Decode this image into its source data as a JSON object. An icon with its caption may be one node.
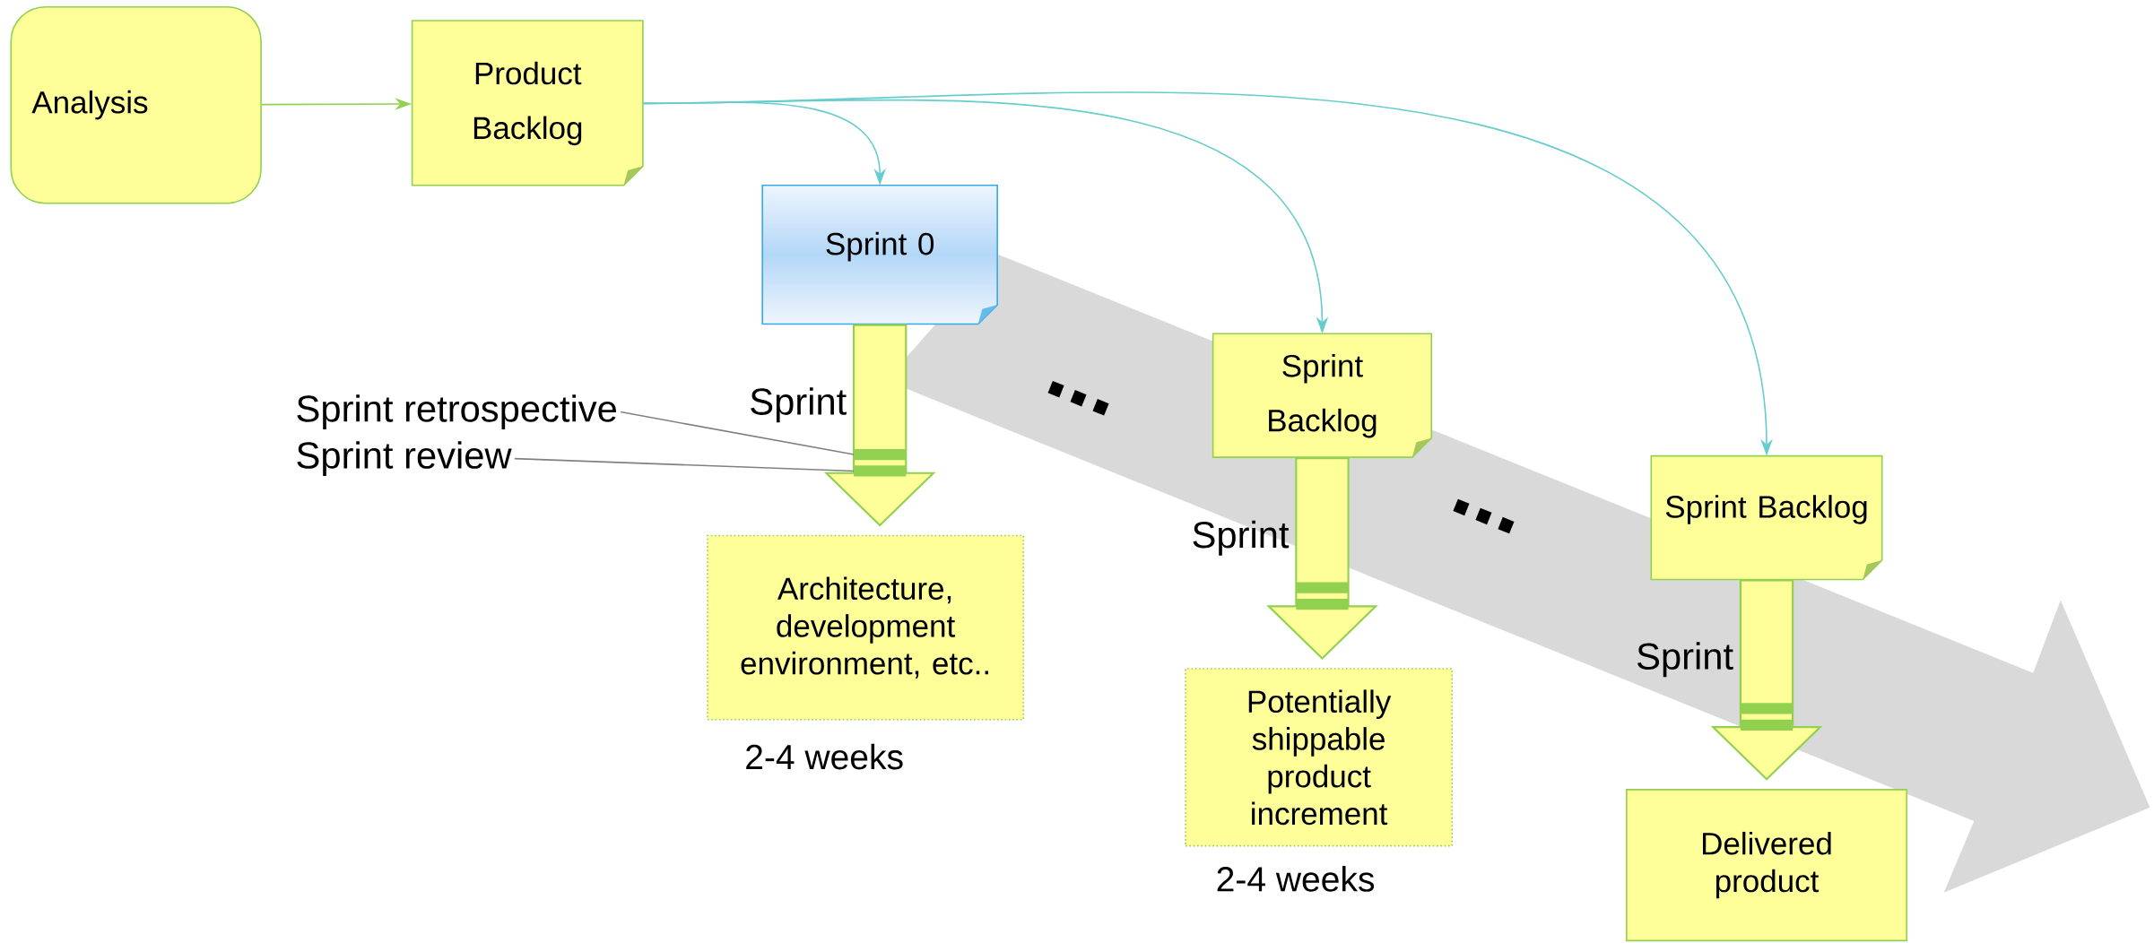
{
  "diagram": {
    "nodes": [
      {
        "text": [
          "Analysis"
        ]
      },
      {
        "text": [
          "Product Backlog"
        ]
      },
      {
        "text": [
          "Sprint 0"
        ]
      },
      {
        "text": [
          "Architecture, development environment, etc.."
        ],
        "beside": [
          "2-4 weeks"
        ]
      },
      {
        "text": [
          "Sprint Backlog"
        ]
      },
      {
        "text": [
          "Potentially shippable product increment"
        ],
        "beside": [
          "2-4 weeks"
        ]
      },
      {
        "text": [
          "Sprint Backlog"
        ]
      },
      {
        "text": [
          "Delivered product"
        ]
      },
      {
        "text": [
          "Sprint retrospective"
        ]
      },
      {
        "text": [
          "Sprint review"
        ]
      }
    ],
    "edges": [
      {
        "from": 0,
        "to": 1,
        "arrow": "to",
        "color": "#92d050"
      },
      {
        "from": 1,
        "to": 2,
        "arrow": "to"
      },
      {
        "from": 1,
        "to": 4,
        "arrow": "to"
      },
      {
        "from": 1,
        "to": 6,
        "arrow": "to"
      },
      {
        "from": 2,
        "to": 3,
        "arrow": "to",
        "label": "Sprint",
        "style": "thick",
        "color": "#92d050"
      },
      {
        "from": 4,
        "to": 5,
        "arrow": "to",
        "label": "Sprint",
        "style": "thick",
        "color": "#92d050"
      },
      {
        "from": 6,
        "to": 7,
        "arrow": "to",
        "label": "Sprint",
        "style": "thick",
        "color": "#92d050"
      },
      {
        "from": 8,
        "to": null,
        "arrow": "none",
        "color": "#808080"
      },
      {
        "from": 9,
        "to": null,
        "arrow": "none",
        "color": "#808080"
      }
    ],
    "labels": [
      "...",
      "..."
    ]
  }
}
